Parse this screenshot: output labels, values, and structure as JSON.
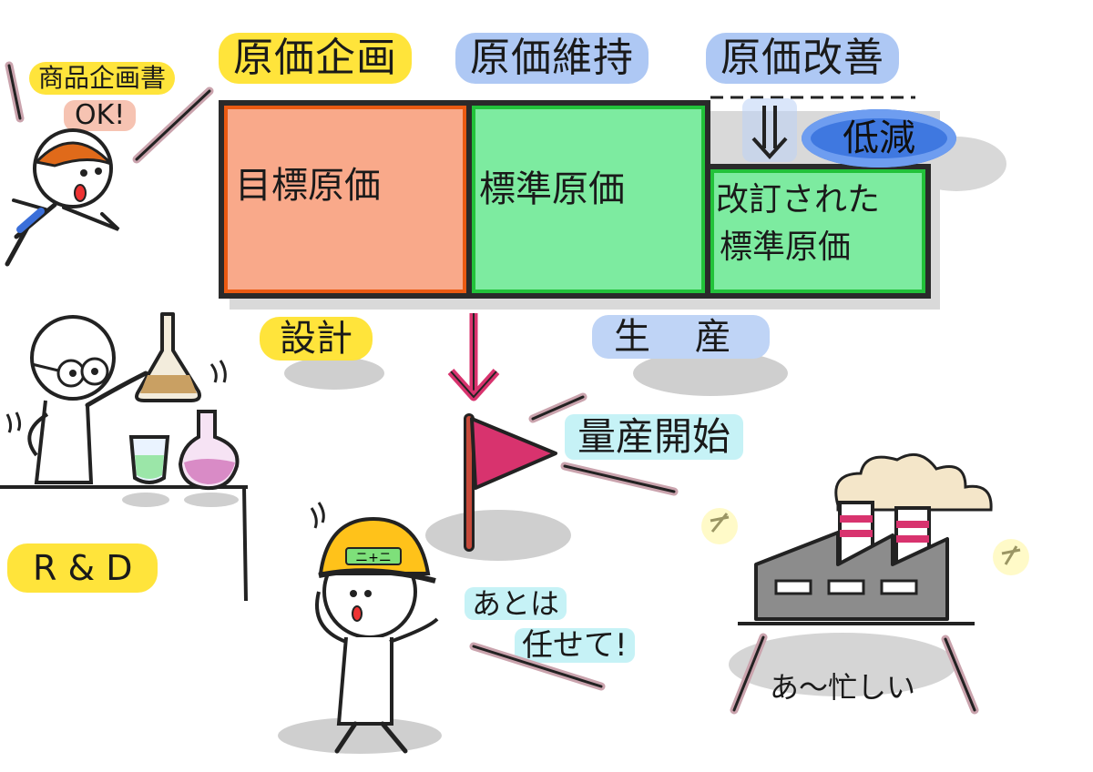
{
  "phases": {
    "planning": "原価企画",
    "maintenance": "原価維持",
    "improvement": "原価改善"
  },
  "boxes": {
    "target_cost": "目標原価",
    "standard_cost": "標準原価",
    "revised_line1": "改訂された",
    "revised_line2": "標準原価"
  },
  "reduction": "低減",
  "stages": {
    "design": "設計",
    "production": "生 産"
  },
  "mass_production_start": "量産開始",
  "characters": {
    "planner_line1": "商品企画書",
    "planner_line2": "OK!",
    "rnd_label": "R & D",
    "worker_line1": "あとは",
    "worker_line2": "任せて!",
    "factory_exclaim": "あ〜忙しい",
    "helmet_mark": "ニ+ニ"
  },
  "colors": {
    "target_fill": "#f9a98a",
    "target_border": "#ea5a12",
    "standard_fill": "#7deba0",
    "standard_border": "#22c23a",
    "yellow_highlight": "#ffe43b",
    "blue_highlight": "#aec8f4",
    "cyan_highlight": "#c6f2f6",
    "flag": "#d8336e",
    "arrow": "#d8336e"
  },
  "icons": [
    "down-arrow-icon",
    "double-down-arrow-icon",
    "flag-icon",
    "flask-icon",
    "factory-icon"
  ]
}
